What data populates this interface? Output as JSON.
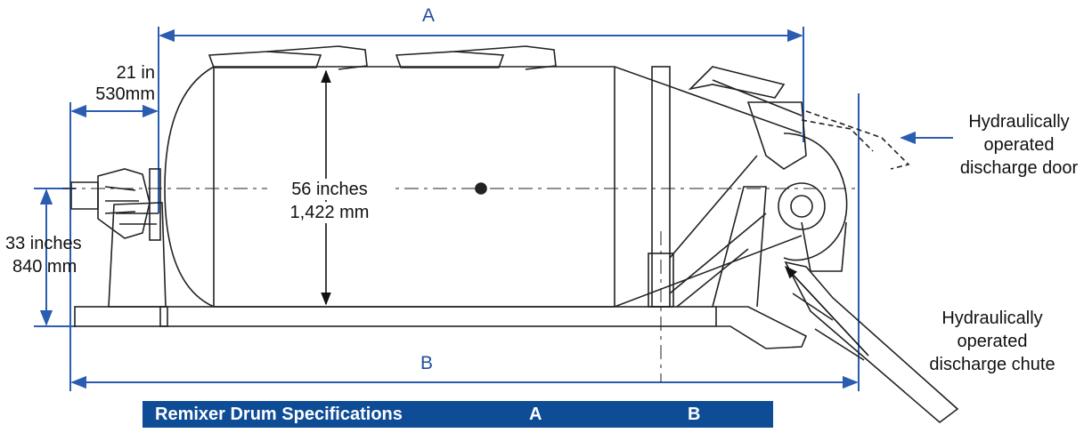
{
  "dimensions": {
    "a_label": "A",
    "b_label": "B",
    "offset_in": "21 in",
    "offset_mm": "530mm",
    "diameter_in": "56 inches",
    "diameter_mm": "1,422 mm",
    "height_in": "33 inches",
    "height_mm": "840 mm"
  },
  "callouts": {
    "door": [
      "Hydraulically",
      "operated",
      "discharge door"
    ],
    "chute": [
      "Hydraulically",
      "operated",
      "discharge chute"
    ]
  },
  "spec_table": {
    "title": "Remixer Drum Specifications",
    "col_a": "A",
    "col_b": "B"
  },
  "colors": {
    "dimension_line": "#2a5db0",
    "spec_bar": "#0e4c96",
    "drawing": "#222222"
  }
}
